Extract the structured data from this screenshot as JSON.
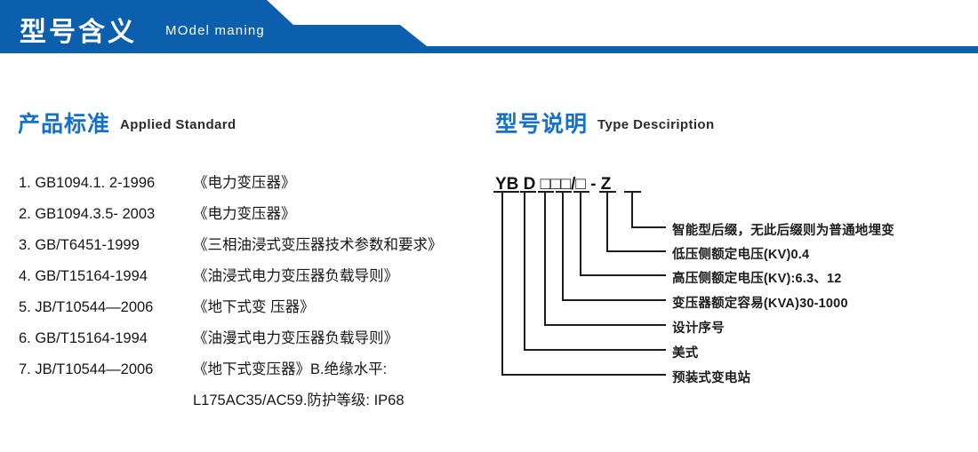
{
  "banner": {
    "title": "型号含义",
    "subtitle": "MOdel maning",
    "color": "#0b5fac"
  },
  "theme": {
    "accent_blue": "#1570c8",
    "banner_blue": "#0b5fac",
    "text_black": "#161616"
  },
  "standards_section": {
    "heading_cn": "产品标准",
    "heading_en": "Applied Standard",
    "items": [
      {
        "code": "1. GB1094.1. 2-1996",
        "name": "《电力变压器》"
      },
      {
        "code": "2. GB1094.3.5- 2003",
        "name": "《电力变压器》"
      },
      {
        "code": "3. GB/T6451-1999",
        "name": "《三相油浸式变压器技术参数和要求》"
      },
      {
        "code": "4. GB/T15164-1994",
        "name": "《油浸式电力变压器负载导则》"
      },
      {
        "code": "5. JB/T10544—2006",
        "name": "《地下式变 压器》"
      },
      {
        "code": "6. GB/T15164-1994",
        "name": "《油漫式电力变压器负载导则》"
      },
      {
        "code": "7. JB/T10544—2006",
        "name": "《地下式变压器》B.绝缘水平:"
      }
    ],
    "continuation": "L175AC35/AC59.防护等级: IP68"
  },
  "type_section": {
    "heading_cn": "型号说明",
    "heading_en": "Type Desciription",
    "code": "YB D □□□/□ - Z",
    "legend": [
      {
        "label": "智能型后缀，无此后缀则为普通地埋变"
      },
      {
        "label": "低压侧额定电压(KV)0.4"
      },
      {
        "label": "高压侧额定电压(KV):6.3、12"
      },
      {
        "label": "变压器额定容易(KVA)30-1000"
      },
      {
        "label": "设计序号"
      },
      {
        "label": "美式"
      },
      {
        "label": "预装式变电站"
      }
    ]
  }
}
